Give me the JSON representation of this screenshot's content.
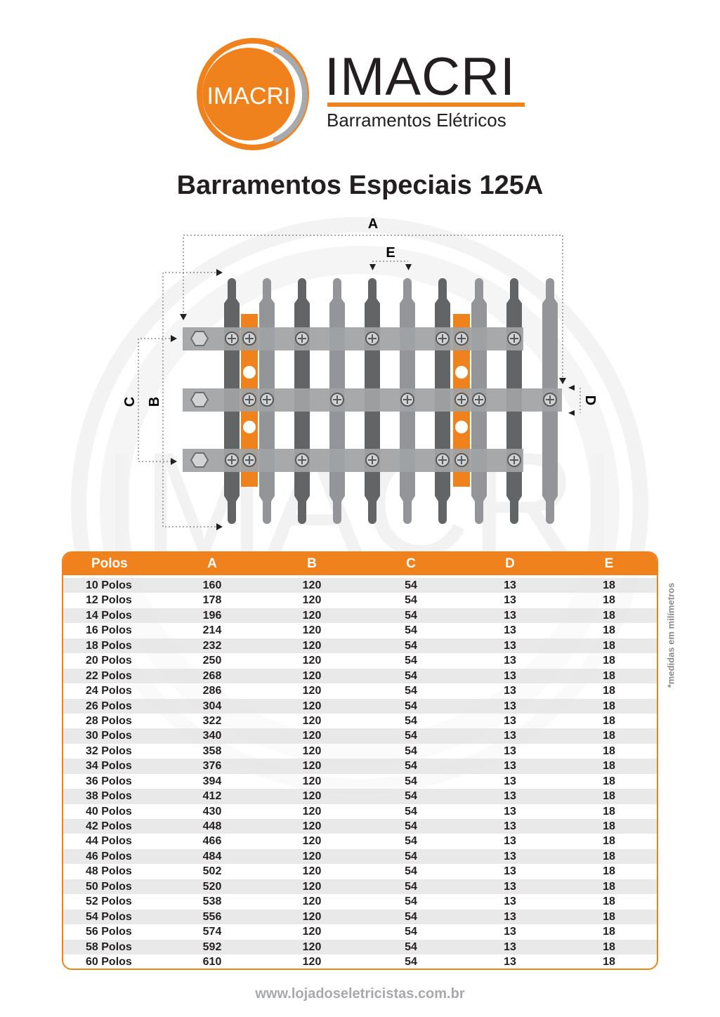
{
  "brand": {
    "logo_circle_text": "IMACRI",
    "name": "IMACRI",
    "tagline": "Barramentos Elétricos",
    "watermark_text": "IMACRI"
  },
  "title": "Barramentos Especiais 125A",
  "diagram": {
    "labels": {
      "A": "A",
      "B": "B",
      "C": "C",
      "D": "D",
      "E": "E"
    }
  },
  "table": {
    "headers": [
      "Polos",
      "A",
      "B",
      "C",
      "D",
      "E"
    ],
    "rows": [
      [
        "10 Polos",
        "160",
        "120",
        "54",
        "13",
        "18"
      ],
      [
        "12 Polos",
        "178",
        "120",
        "54",
        "13",
        "18"
      ],
      [
        "14 Polos",
        "196",
        "120",
        "54",
        "13",
        "18"
      ],
      [
        "16 Polos",
        "214",
        "120",
        "54",
        "13",
        "18"
      ],
      [
        "18 Polos",
        "232",
        "120",
        "54",
        "13",
        "18"
      ],
      [
        "20 Polos",
        "250",
        "120",
        "54",
        "13",
        "18"
      ],
      [
        "22 Polos",
        "268",
        "120",
        "54",
        "13",
        "18"
      ],
      [
        "24 Polos",
        "286",
        "120",
        "54",
        "13",
        "18"
      ],
      [
        "26 Polos",
        "304",
        "120",
        "54",
        "13",
        "18"
      ],
      [
        "28 Polos",
        "322",
        "120",
        "54",
        "13",
        "18"
      ],
      [
        "30 Polos",
        "340",
        "120",
        "54",
        "13",
        "18"
      ],
      [
        "32 Polos",
        "358",
        "120",
        "54",
        "13",
        "18"
      ],
      [
        "34 Polos",
        "376",
        "120",
        "54",
        "13",
        "18"
      ],
      [
        "36 Polos",
        "394",
        "120",
        "54",
        "13",
        "18"
      ],
      [
        "38 Polos",
        "412",
        "120",
        "54",
        "13",
        "18"
      ],
      [
        "40 Polos",
        "430",
        "120",
        "54",
        "13",
        "18"
      ],
      [
        "42 Polos",
        "448",
        "120",
        "54",
        "13",
        "18"
      ],
      [
        "44 Polos",
        "466",
        "120",
        "54",
        "13",
        "18"
      ],
      [
        "46 Polos",
        "484",
        "120",
        "54",
        "13",
        "18"
      ],
      [
        "48 Polos",
        "502",
        "120",
        "54",
        "13",
        "18"
      ],
      [
        "50 Polos",
        "520",
        "120",
        "54",
        "13",
        "18"
      ],
      [
        "52 Polos",
        "538",
        "120",
        "54",
        "13",
        "18"
      ],
      [
        "54 Polos",
        "556",
        "120",
        "54",
        "13",
        "18"
      ],
      [
        "56 Polos",
        "574",
        "120",
        "54",
        "13",
        "18"
      ],
      [
        "58 Polos",
        "592",
        "120",
        "54",
        "13",
        "18"
      ],
      [
        "60 Polos",
        "610",
        "120",
        "54",
        "13",
        "18"
      ]
    ]
  },
  "note": "*medidas em milímetros",
  "footer": "www.lojadoseletricistas.com.br",
  "colors": {
    "orange": "#f0821e",
    "dark_bar": "#636466",
    "light_bar": "#939598",
    "text": "#231f20"
  }
}
